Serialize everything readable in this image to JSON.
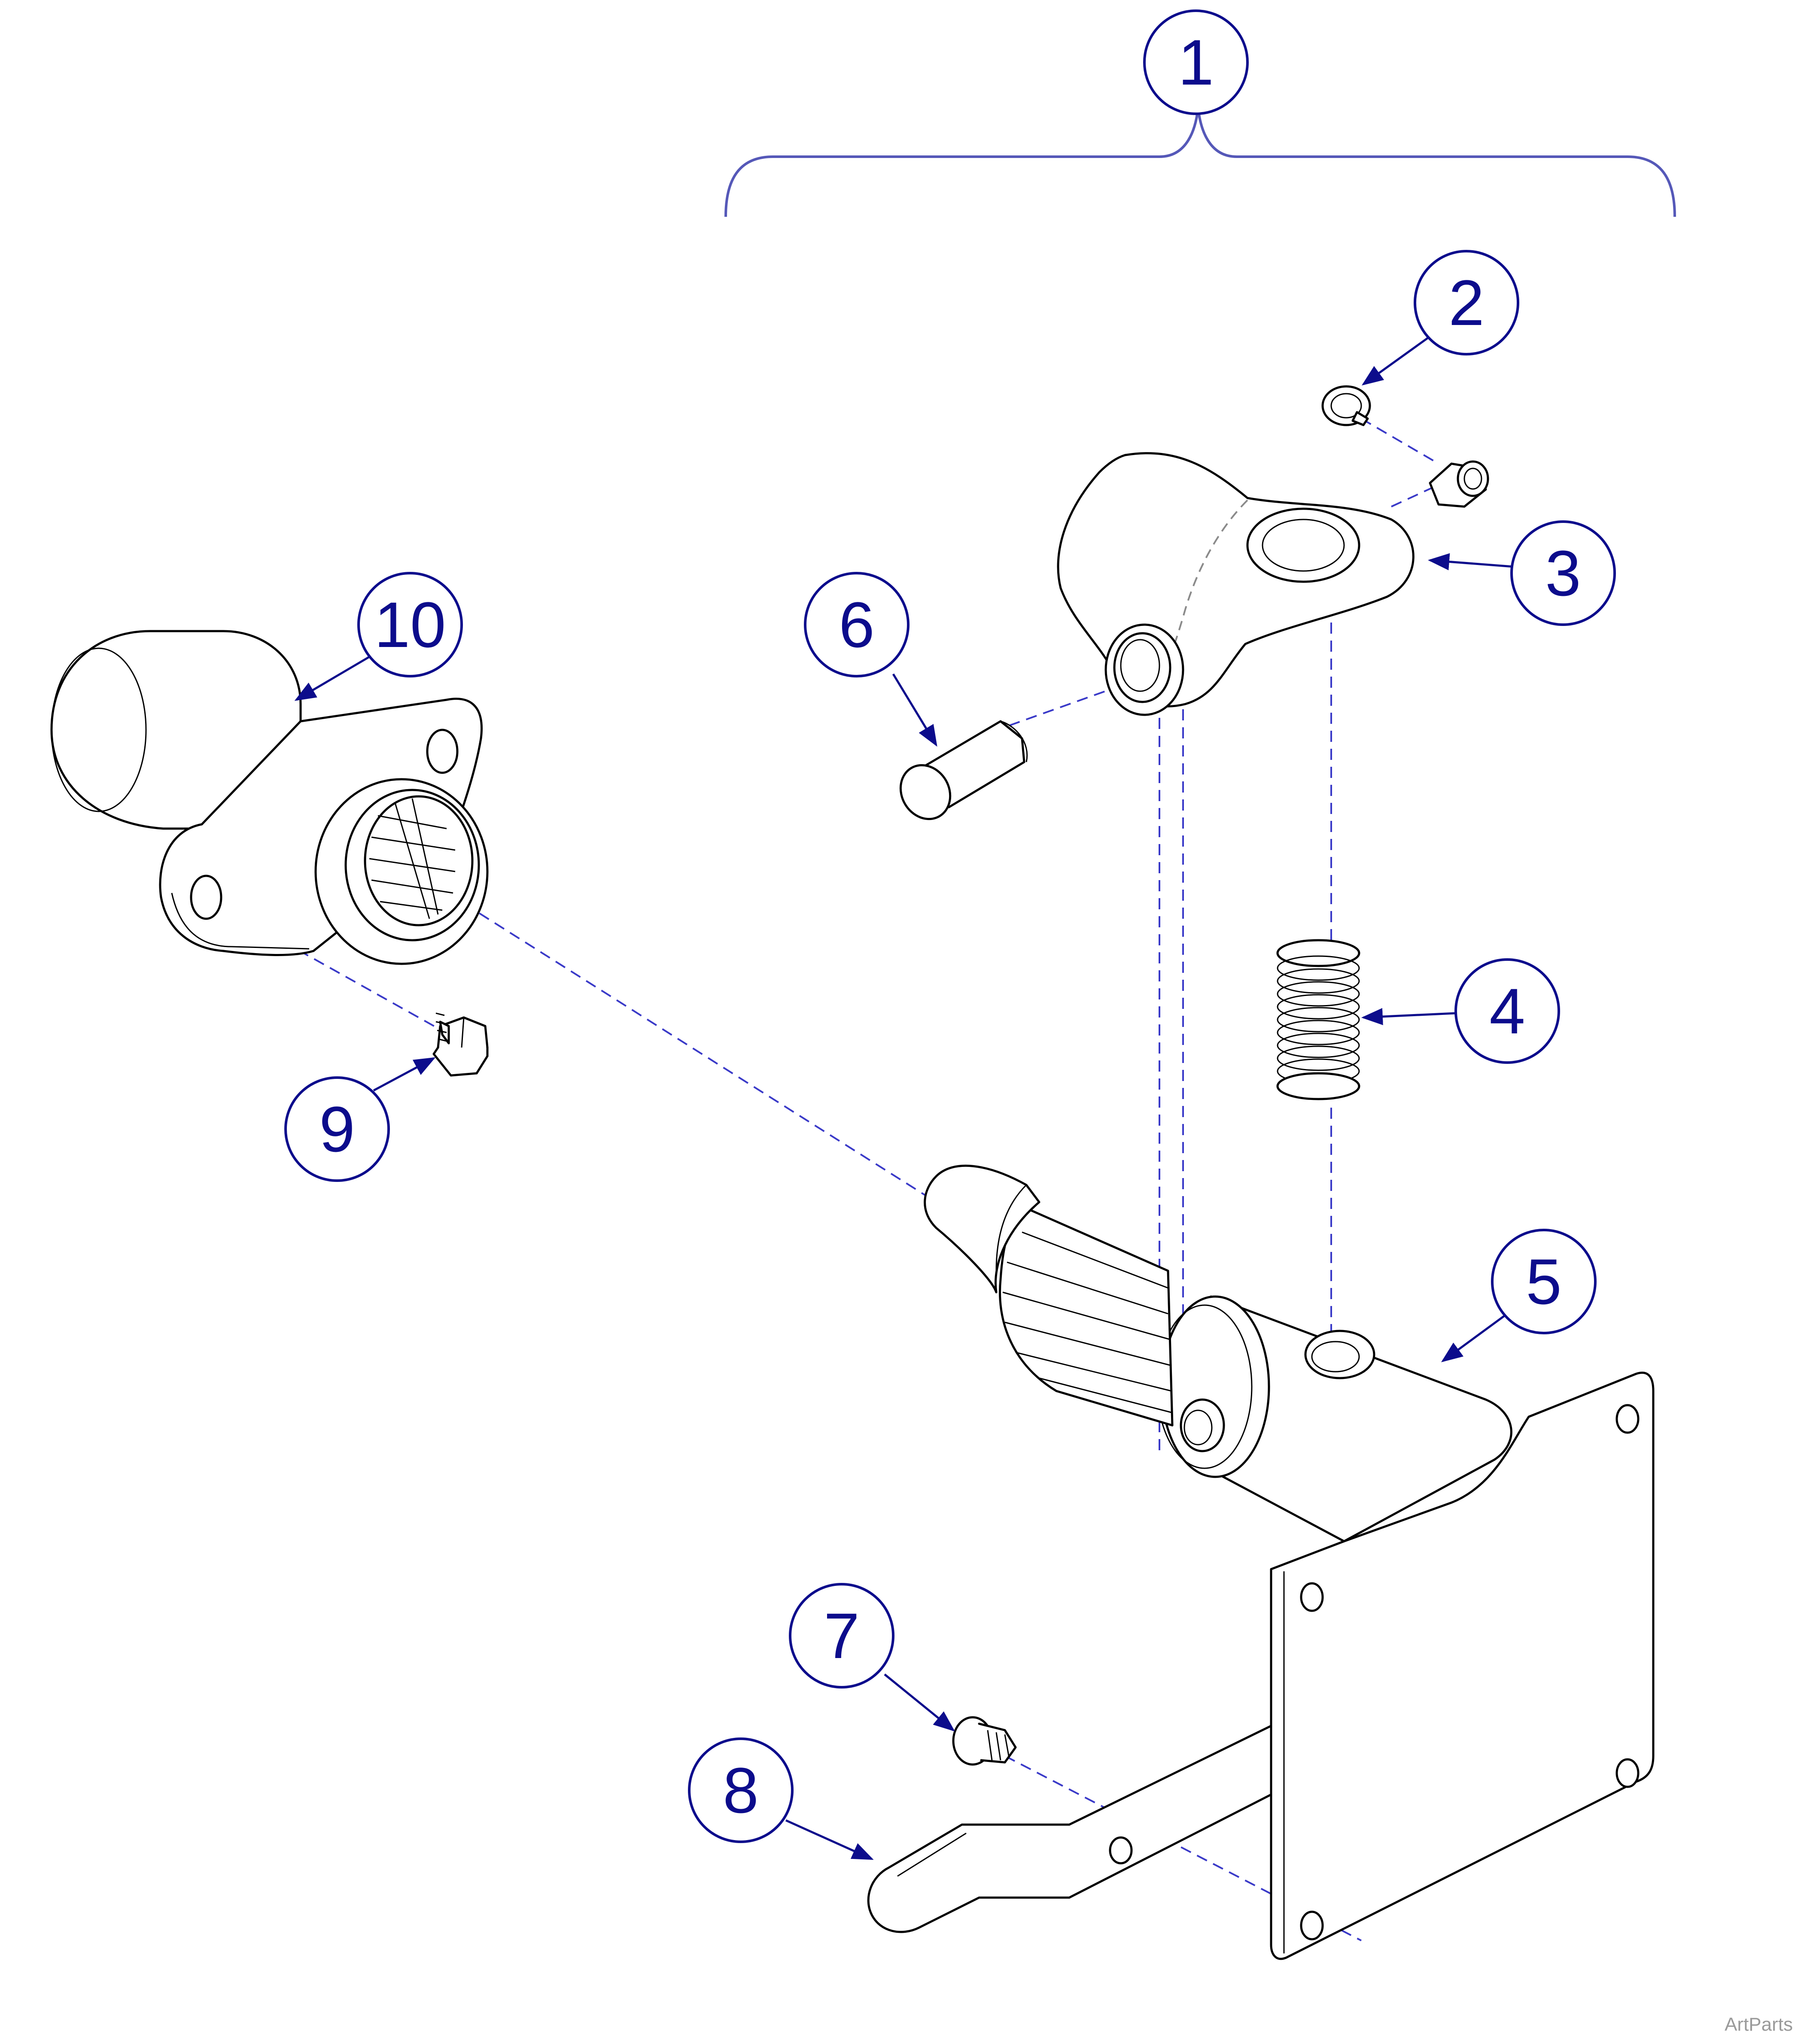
{
  "callouts": [
    {
      "id": "1",
      "label": "1"
    },
    {
      "id": "2",
      "label": "2"
    },
    {
      "id": "3",
      "label": "3"
    },
    {
      "id": "4",
      "label": "4"
    },
    {
      "id": "5",
      "label": "5"
    },
    {
      "id": "6",
      "label": "6"
    },
    {
      "id": "7",
      "label": "7"
    },
    {
      "id": "8",
      "label": "8"
    },
    {
      "id": "9",
      "label": "9"
    },
    {
      "id": "10",
      "label": "10"
    }
  ],
  "watermark": "ArtParts",
  "colors": {
    "callout": "#0c0c8c",
    "dashed_line": "#3a3ac8",
    "bracket": "#5558b8",
    "linework": "#000000"
  }
}
